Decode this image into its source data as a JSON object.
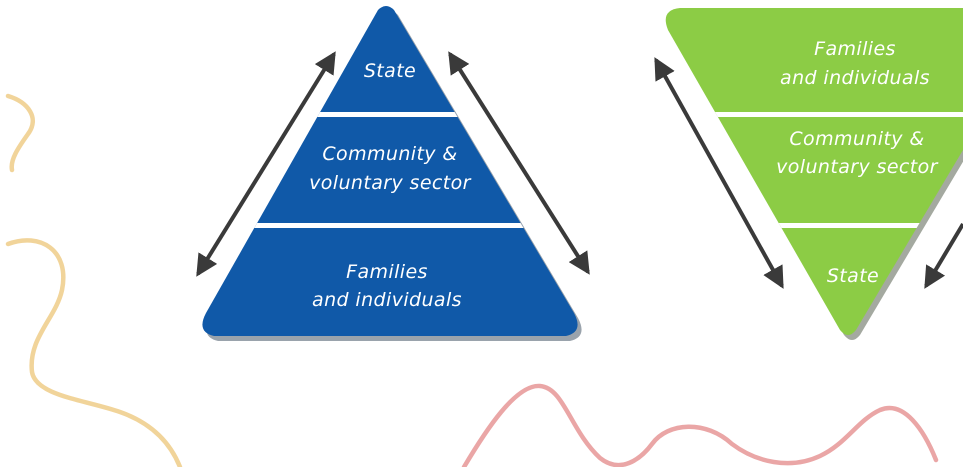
{
  "blue_pyramid": {
    "tiers": [
      "State",
      "Community &",
      "voluntary sector",
      "Families",
      "and individuals"
    ]
  },
  "green_pyramid": {
    "tiers": [
      "Families",
      "and individuals",
      "Community &",
      "voluntary sector",
      "State"
    ]
  },
  "colors": {
    "blue": "#1059a8",
    "green": "#8ccc45",
    "arrow": "#3a3a3a",
    "squiggle_left": "#f1d49a",
    "squiggle_bottom": "#eaa6a6"
  }
}
